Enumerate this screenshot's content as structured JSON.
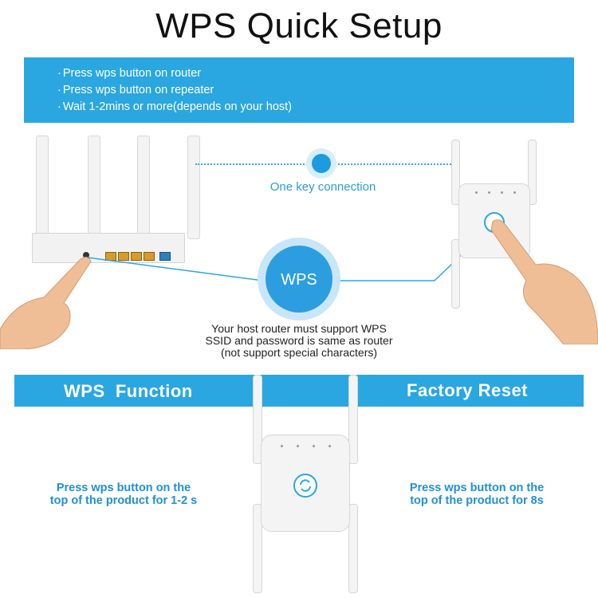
{
  "title": "WPS Quick Setup",
  "steps": [
    "Press wps button on router",
    "Press wps button on repeater",
    "Wait 1-2mins or more(depends on your host)"
  ],
  "one_key_label": "One key connection",
  "wps_badge": "WPS",
  "note_lines": [
    "Your host router must support WPS",
    "SSID and password is same as router",
    "(not support special characters)"
  ],
  "band": {
    "left_label": "WPS  Function",
    "right_label": "Factory Reset"
  },
  "instructions": {
    "left": [
      "Press wps button on the",
      "top of the product for 1-2 s"
    ],
    "right": [
      "Press wps button on the",
      "top of the product for 8s"
    ]
  },
  "colors": {
    "accent": "#2aa7e0",
    "wps_circle": "#1e9ae0",
    "instruction_text": "#1f90d8"
  },
  "icons": {
    "router": "router-icon",
    "repeater": "repeater-icon",
    "hand": "hand-icon",
    "wps_button": "wps-button-icon"
  }
}
